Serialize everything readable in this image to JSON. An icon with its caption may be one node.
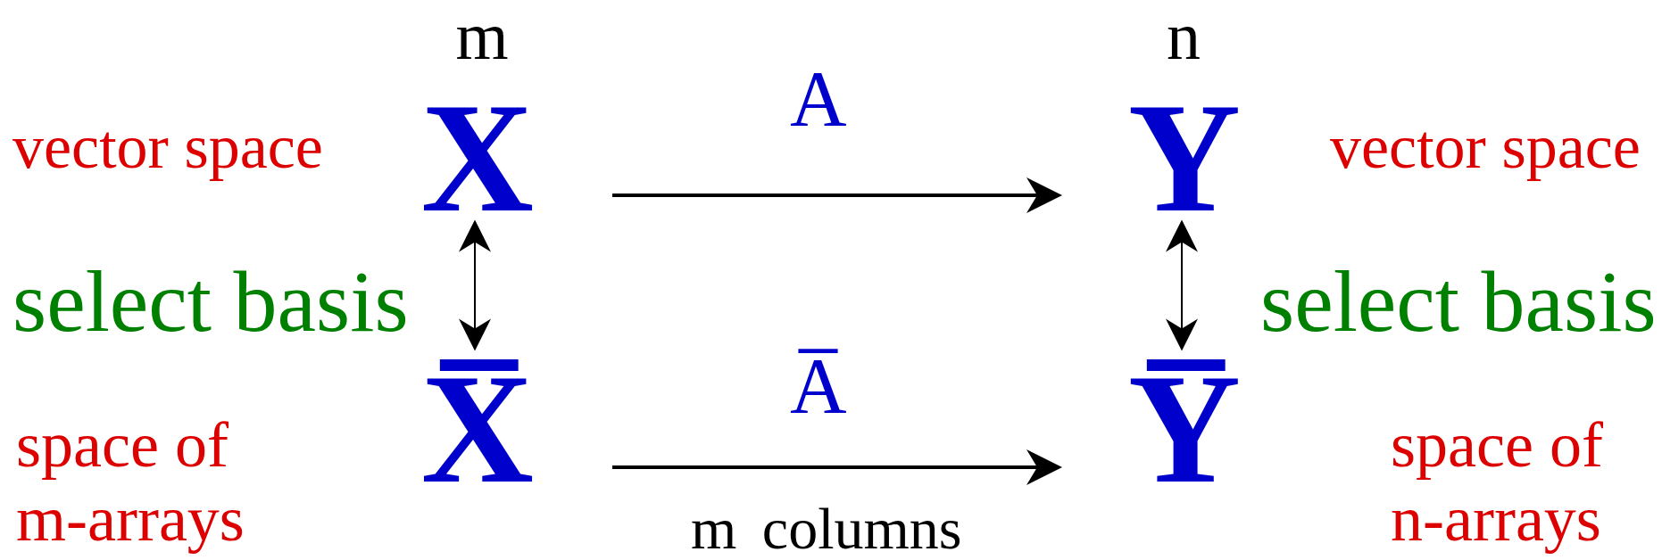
{
  "diagram": {
    "nodes": [
      {
        "text": [
          "X"
        ],
        "beside": [
          "m",
          "vector space"
        ]
      },
      {
        "text": [
          "Y"
        ],
        "beside": [
          "n",
          "vector space"
        ]
      },
      {
        "text": [
          "X̅"
        ],
        "beside": [
          "space of m-arrays"
        ]
      },
      {
        "text": [
          "Y̅"
        ],
        "beside": [
          "space of n-arrays"
        ]
      }
    ],
    "edges": [
      {
        "from": 0,
        "to": 1,
        "arrow": "to",
        "label": "A"
      },
      {
        "from": 0,
        "to": 2,
        "arrow": "both",
        "label": "select basis"
      },
      {
        "from": 1,
        "to": 3,
        "arrow": "both",
        "label": "select basis"
      },
      {
        "from": 2,
        "to": 3,
        "arrow": "to",
        "label": "A̅"
      }
    ],
    "labels": [
      "m columns"
    ]
  }
}
